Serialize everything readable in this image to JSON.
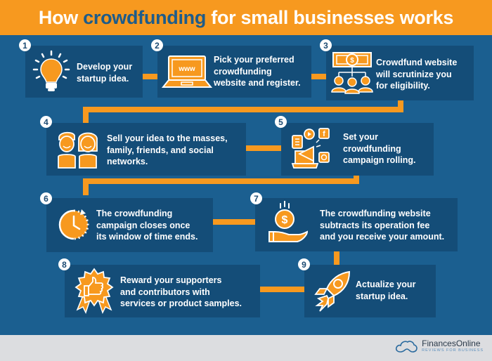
{
  "header": {
    "title_pre": "How ",
    "title_highlight": "crowdfunding",
    "title_post": " for small businesses works",
    "bg_color": "#f7991f",
    "highlight_color": "#1e5c8a"
  },
  "colors": {
    "background": "#1b5f90",
    "box": "#144d78",
    "accent": "#f7991f",
    "footer": "#dcdde0"
  },
  "steps": [
    {
      "number": "1",
      "icon": "lightbulb-icon",
      "text": [
        "Develop your",
        "startup idea."
      ]
    },
    {
      "number": "2",
      "icon": "laptop-www-icon",
      "icon_label": "www",
      "text": [
        "Pick your preferred",
        "crowdfunding",
        "website and register."
      ]
    },
    {
      "number": "3",
      "icon": "money-people-icon",
      "text": [
        "Crowdfund website",
        "will scrutinize you",
        "for eligibility."
      ]
    },
    {
      "number": "4",
      "icon": "two-people-icon",
      "text": [
        "Sell your idea to the masses,",
        "family, friends, and social",
        "networks."
      ]
    },
    {
      "number": "5",
      "icon": "megaphone-social-icon",
      "text": [
        "Set your",
        "crowdfunding",
        "campaign rolling."
      ]
    },
    {
      "number": "6",
      "icon": "clock-icon",
      "text": [
        "The crowdfunding",
        "campaign closes once",
        "its window of time ends."
      ]
    },
    {
      "number": "7",
      "icon": "hand-coin-icon",
      "text": [
        "The crowdfunding website",
        "subtracts its operation fee",
        "and you receive your amount."
      ]
    },
    {
      "number": "8",
      "icon": "thumbs-up-badge-icon",
      "text": [
        "Reward your supporters",
        "and contributors with",
        "services or product samples."
      ]
    },
    {
      "number": "9",
      "icon": "rocket-icon",
      "text": [
        "Actualize your",
        "startup idea."
      ]
    }
  ],
  "footer": {
    "brand": "FinancesOnline",
    "tagline": "REVIEWS FOR BUSINESS",
    "logo_icon": "cloud-icon"
  }
}
